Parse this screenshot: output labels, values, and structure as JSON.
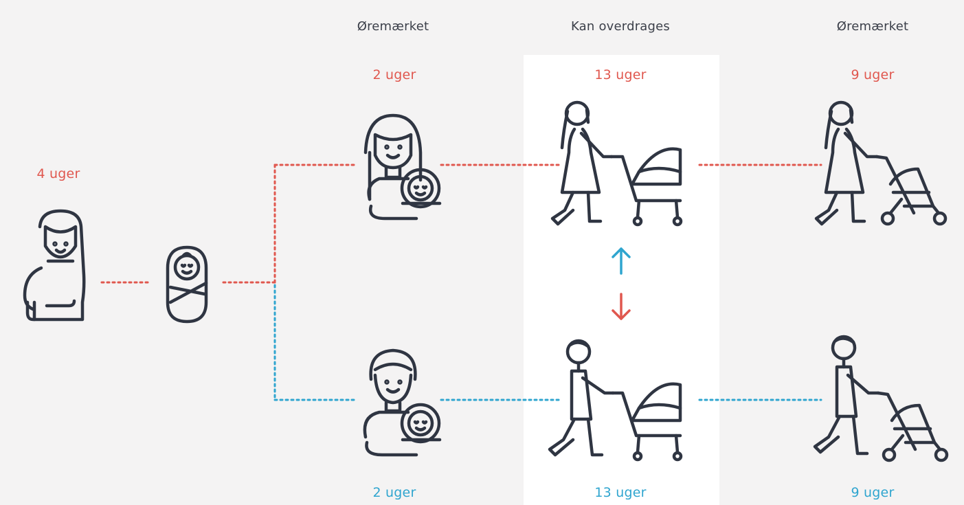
{
  "headers": {
    "col1": "Øremærket",
    "col2": "Kan overdrages",
    "col3": "Øremærket"
  },
  "durations": {
    "pregnancy": "4 uger",
    "mother_top_1": "2 uger",
    "mother_top_2": "13 uger",
    "mother_top_3": "9 uger",
    "father_bottom_1": "2 uger",
    "father_bottom_2": "13 uger",
    "father_bottom_3": "9 uger"
  },
  "colors": {
    "mother": "#e0574e",
    "father": "#2fa5cf",
    "outline": "#2f3542",
    "highlight": "#ffffff",
    "background": "#f4f3f3"
  },
  "icons": [
    "pregnant-woman-icon",
    "swaddled-baby-icon",
    "mother-holding-baby-icon",
    "mother-with-pram-icon",
    "mother-with-stroller-icon",
    "father-holding-baby-icon",
    "father-with-pram-icon",
    "father-with-stroller-icon",
    "arrow-up-icon",
    "arrow-down-icon"
  ]
}
